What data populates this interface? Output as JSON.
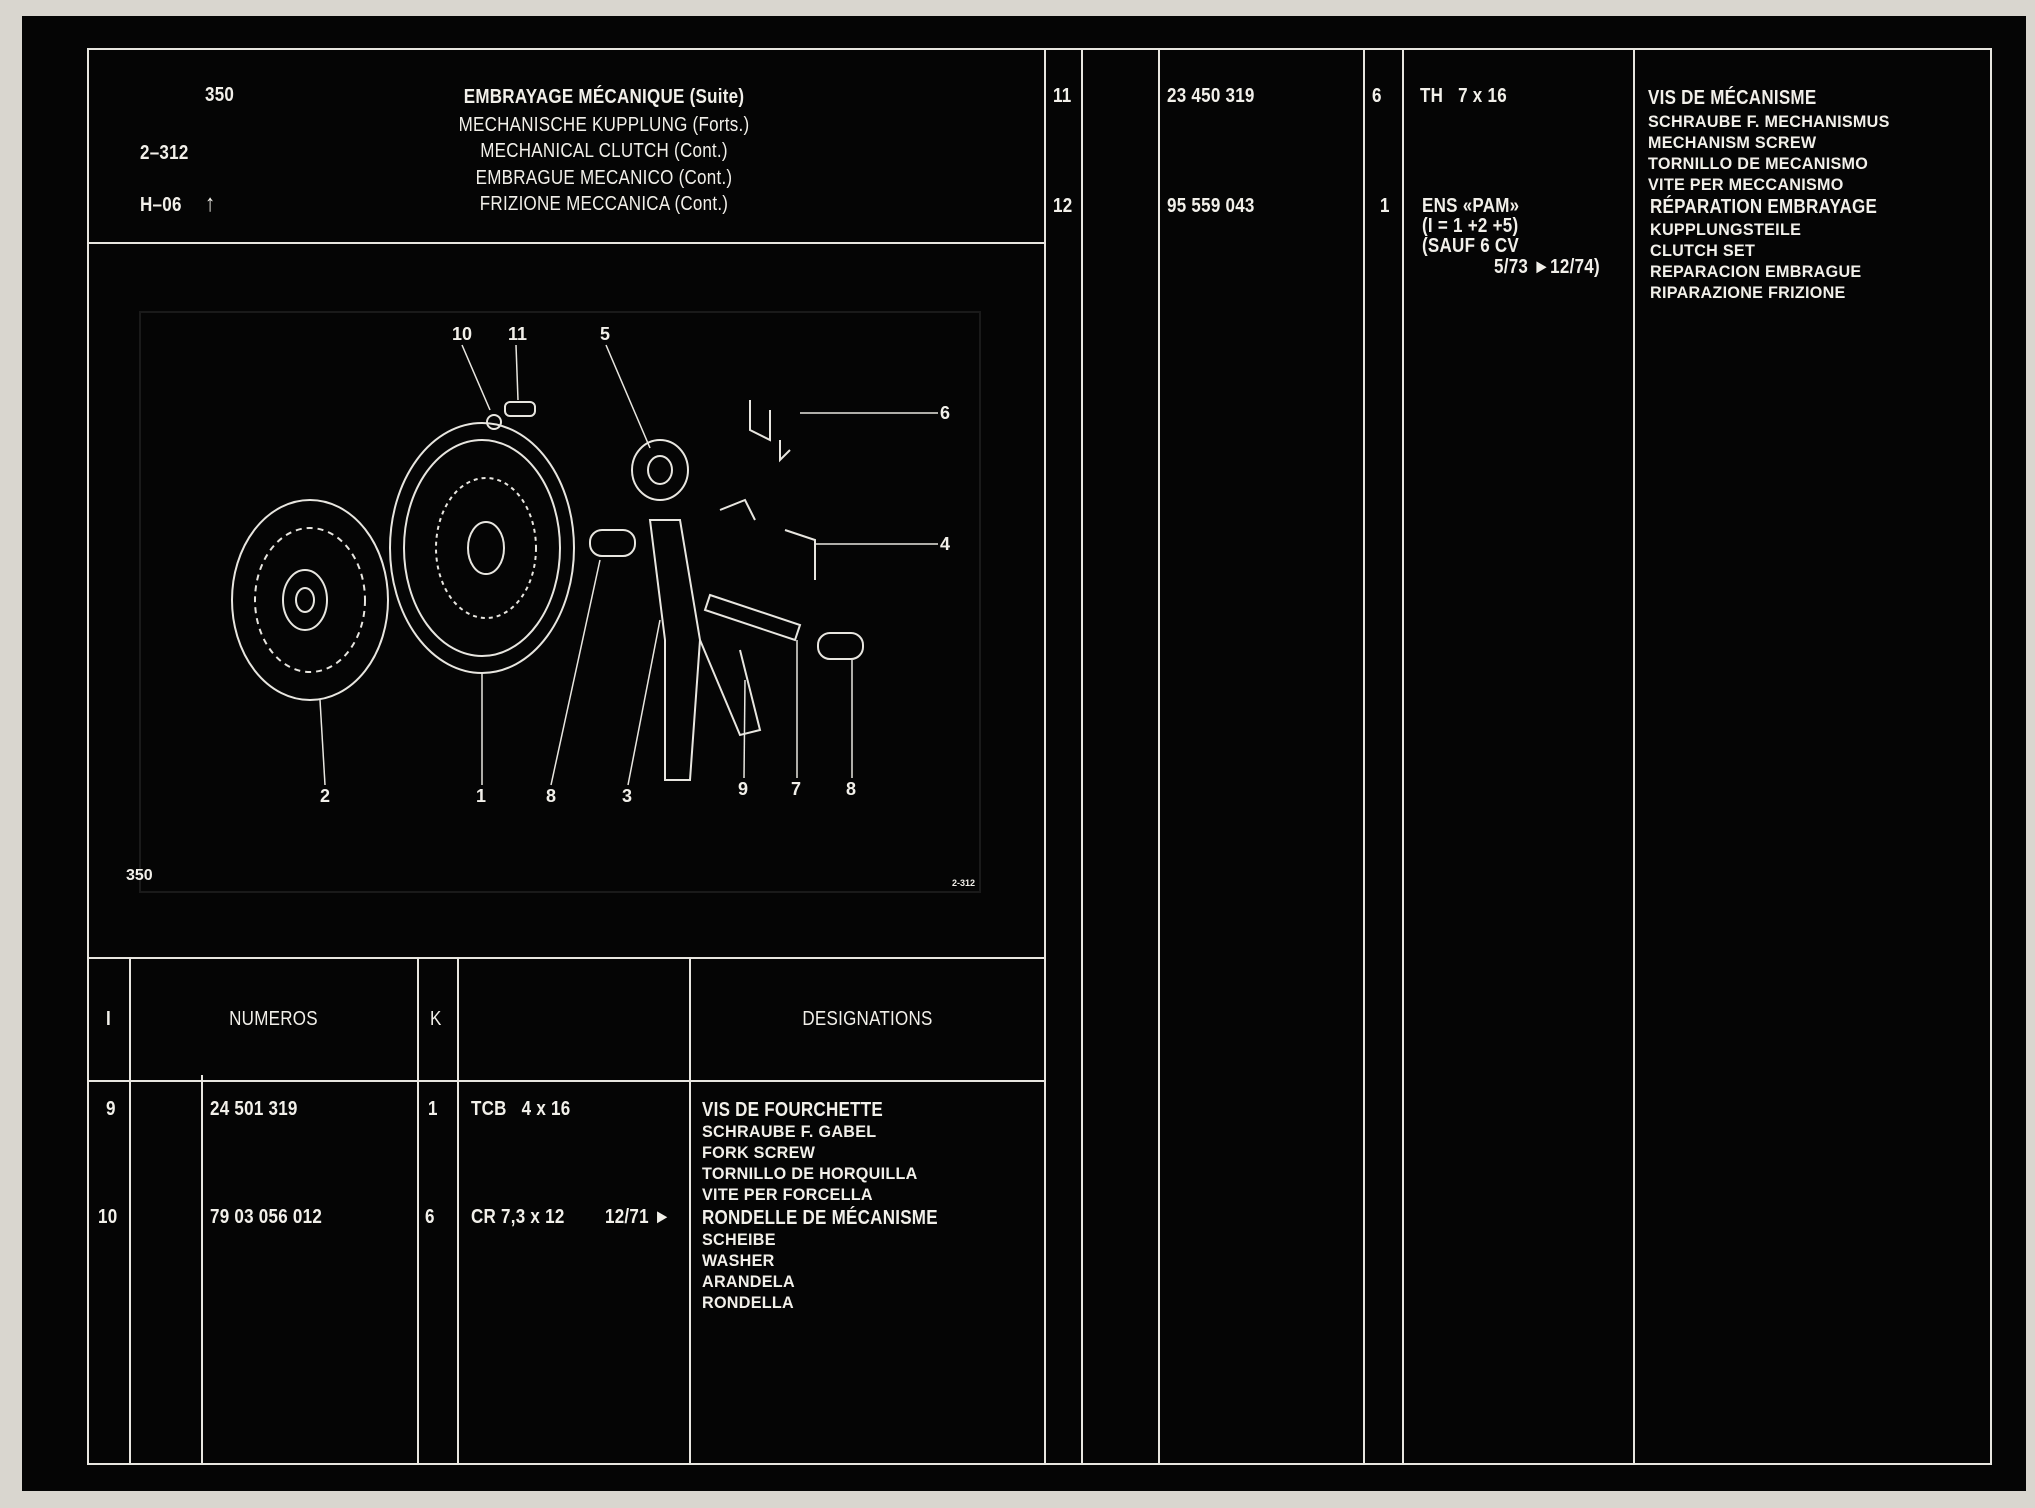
{
  "header": {
    "page_number": "350",
    "figure_ref": "2–312",
    "grid_ref": "H–06",
    "grid_arrow": "↑",
    "titles": [
      "EMBRAYAGE MÉCANIQUE (Suite)",
      "MECHANISCHE KUPPLUNG (Forts.)",
      "MECHANICAL CLUTCH (Cont.)",
      "EMBRAGUE MECANICO (Cont.)",
      "FRIZIONE MECCANICA (Cont.)"
    ]
  },
  "diagram": {
    "page_label": "350",
    "figure_label": "2-312",
    "callouts": [
      "10",
      "11",
      "5",
      "6",
      "4",
      "2",
      "1",
      "8",
      "3",
      "9",
      "7",
      "8"
    ]
  },
  "table": {
    "headers": {
      "index": "I",
      "numbers": "NUMEROS",
      "qty": "K",
      "designations": "DESIGNATIONS"
    },
    "rows": [
      {
        "index": "9",
        "number": "24 501 319",
        "qty": "1",
        "spec": "TCB   4 x 16",
        "date": "",
        "designations": [
          "VIS DE FOURCHETTE",
          "SCHRAUBE F. GABEL",
          "FORK SCREW",
          "TORNILLO DE HORQUILLA",
          "VITE PER FORCELLA"
        ]
      },
      {
        "index": "10",
        "number": "79 03 056 012",
        "qty": "6",
        "spec": "CR 7,3 x 12",
        "date": "12/71 ►",
        "designations": [
          "RONDELLE DE MÉCANISME",
          "SCHEIBE",
          "WASHER",
          "ARANDELA",
          "RONDELLA"
        ]
      },
      {
        "index": "11",
        "number": "23 450 319",
        "qty": "6",
        "spec": "TH   7 x 16",
        "date": "",
        "designations": [
          "VIS DE MÉCANISME",
          "SCHRAUBE F. MECHANISMUS",
          "MECHANISM SCREW",
          "TORNILLO DE MECANISMO",
          "VITE PER MECCANISMO"
        ]
      },
      {
        "index": "12",
        "number": "95 559 043",
        "qty": "1",
        "spec": "ENS «PAM»",
        "spec_lines": [
          "(I = 1 +2 +5)",
          "(SAUF 6 CV",
          "5/73 ►12/74)"
        ],
        "designations": [
          "RÉPARATION EMBRAYAGE",
          "KUPPLUNGSTEILE",
          "CLUTCH SET",
          "REPARACION EMBRAGUE",
          "RIPARAZIONE FRIZIONE"
        ]
      }
    ]
  }
}
